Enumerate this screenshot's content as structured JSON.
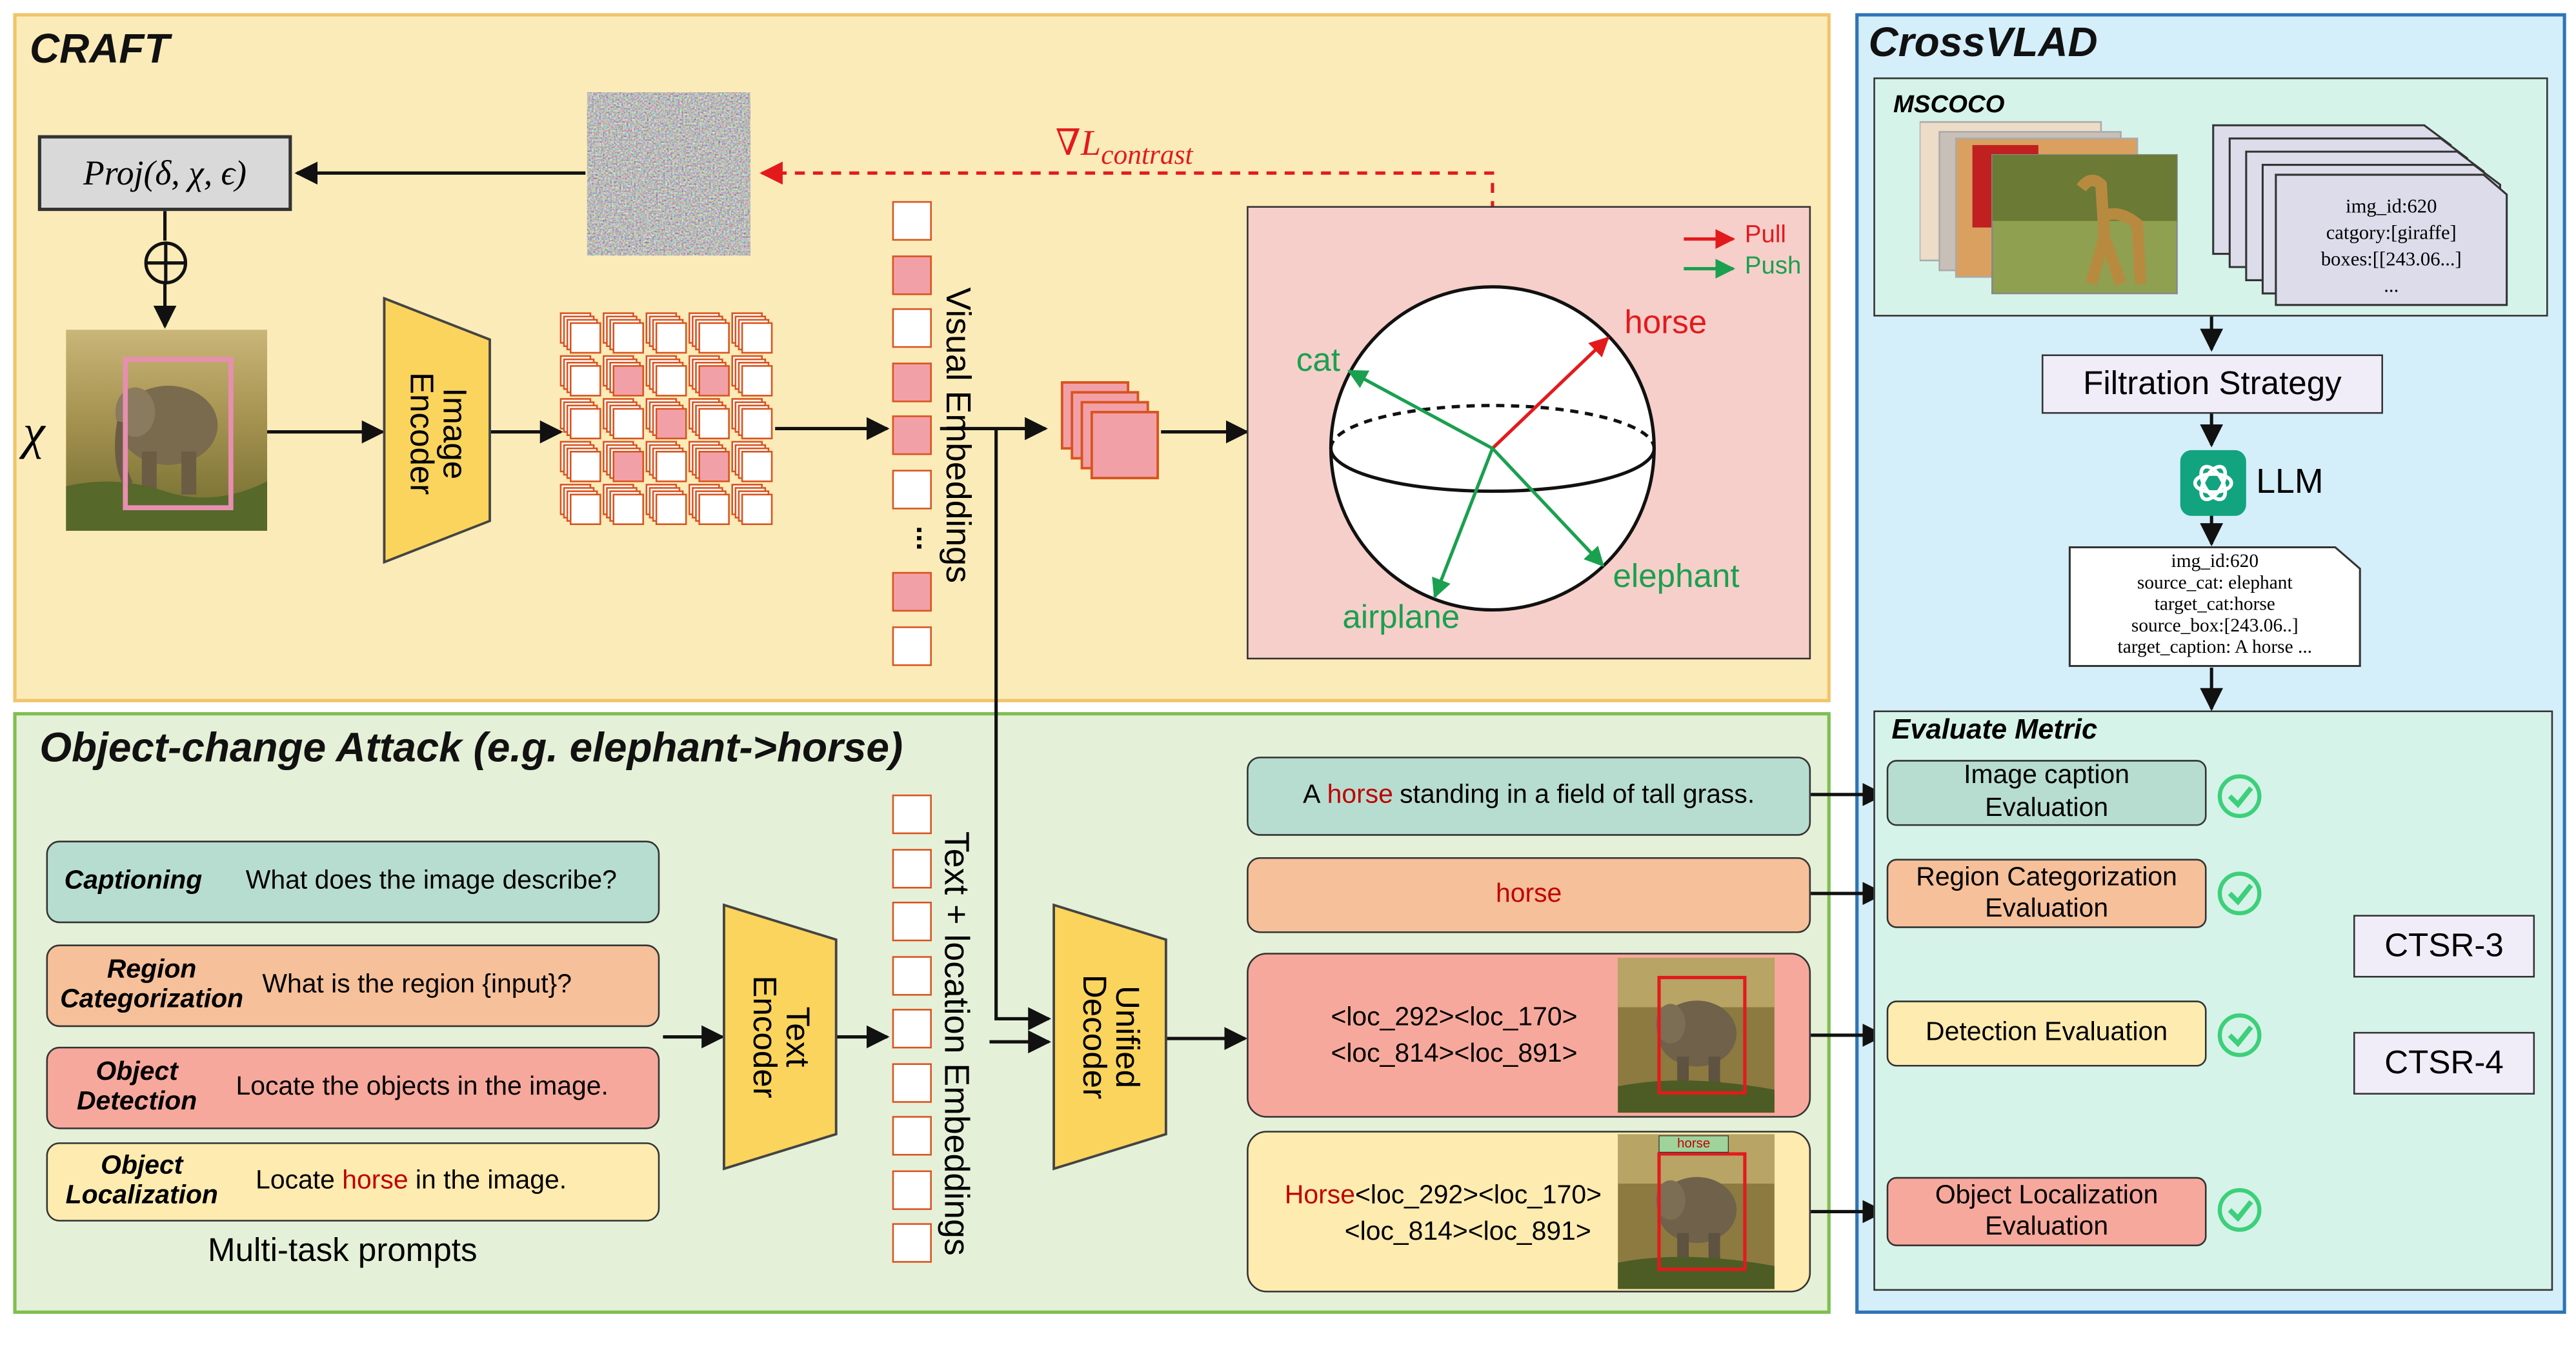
{
  "craft": {
    "title": "CRAFT",
    "proj_label": "Proj(δ, χ, ϵ)",
    "chi_label": "χ",
    "image_encoder_label": "Image\nEncoder",
    "visual_embeddings_label": "Visual Embeddings",
    "ellipsis": "...",
    "grad_label": "∇L",
    "grad_subscript": "contrast",
    "legend": {
      "pull": "Pull",
      "push": "Push"
    },
    "sphere_labels": {
      "horse": "horse",
      "cat": "cat",
      "elephant": "elephant",
      "airplane": "airplane"
    },
    "colors": {
      "pull": "#e31a1c",
      "push": "#1aa04f",
      "panel_bg": "#fbebb8",
      "embed_pink": "#f2a0a8"
    }
  },
  "attack": {
    "title": "Object-change Attack (e.g. elephant->horse)",
    "prompts": [
      {
        "task": "Captioning",
        "text": "What does the image describe?",
        "highlight": ""
      },
      {
        "task": "Region Categorization",
        "text": "What is the region {input}?",
        "highlight": ""
      },
      {
        "task": "Object Detection",
        "text": "Locate the objects in the image.",
        "highlight": ""
      },
      {
        "task": "Object Localization",
        "text_before": "Locate ",
        "highlight": "horse",
        "text_after": " in the image."
      }
    ],
    "multi_task_label": "Multi-task prompts",
    "text_encoder_label": "Text\nEncoder",
    "text_loc_label": "Text + location Embeddings",
    "unified_decoder_label": "Unified\nDecoder",
    "outputs": {
      "caption_before": "A ",
      "caption_highlight": "horse",
      "caption_after": " standing in a field of tall grass.",
      "region": "horse",
      "detection_line1": "<loc_292><loc_170>",
      "detection_line2": "<loc_814><loc_891>",
      "loc_highlight": "Horse",
      "loc_line1": "<loc_292><loc_170>",
      "loc_line2": "<loc_814><loc_891>",
      "loc_tag": "horse"
    }
  },
  "crossvlad": {
    "title": "CrossVLAD",
    "mscoco_label": "MSCOCO",
    "doc_lines": [
      "img_id:620",
      "catgory:[giraffe]",
      "boxes:[[243.06...]",
      "..."
    ],
    "filtration_label": "Filtration Strategy",
    "llm_label": "LLM",
    "llm_doc_lines": [
      "img_id:620",
      "source_cat: elephant",
      "target_cat:horse",
      "source_box:[243.06..]",
      "target_caption: A horse ..."
    ],
    "evaluate_title": "Evaluate Metric",
    "metrics": [
      {
        "label_line1": "Image caption",
        "label_line2": "Evaluation"
      },
      {
        "label_line1": "Region Categorization",
        "label_line2": "Evaluation"
      },
      {
        "label_line1": "Detection Evaluation",
        "label_line2": ""
      },
      {
        "label_line1": "Object Localization",
        "label_line2": "Evaluation"
      }
    ],
    "ctsr3": "CTSR-3",
    "ctsr4": "CTSR-4"
  }
}
